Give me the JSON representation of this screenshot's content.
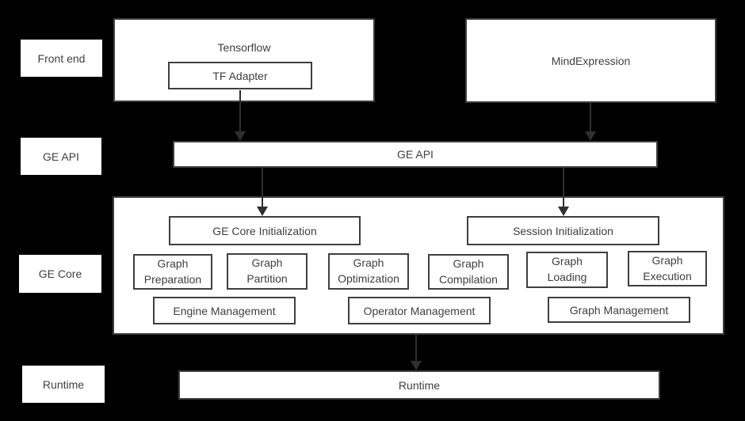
{
  "colors": {
    "background": "#000000",
    "box_fill": "#ffffff",
    "box_border": "#3f3f3f",
    "text": "#404040",
    "arrow": "#2f2f2f"
  },
  "row_labels": {
    "front_end": "Front end",
    "ge_api": "GE API",
    "ge_core": "GE Core",
    "runtime": "Runtime"
  },
  "front_end": {
    "tensorflow_label": "Tensorflow",
    "tf_adapter_label": "TF Adapter",
    "mindexpression_label": "MindExpression"
  },
  "ge_api": {
    "bar_label": "GE API"
  },
  "ge_core": {
    "init_boxes": [
      "GE Core Initialization",
      "Session Initialization"
    ],
    "stage_boxes": [
      "Graph Preparation",
      "Graph Partition",
      "Graph Optimization",
      "Graph Compilation",
      "Graph Loading",
      "Graph Execution"
    ],
    "management_boxes": [
      "Engine Management",
      "Operator Management",
      "Graph Management"
    ]
  },
  "runtime": {
    "bar_label": "Runtime"
  }
}
